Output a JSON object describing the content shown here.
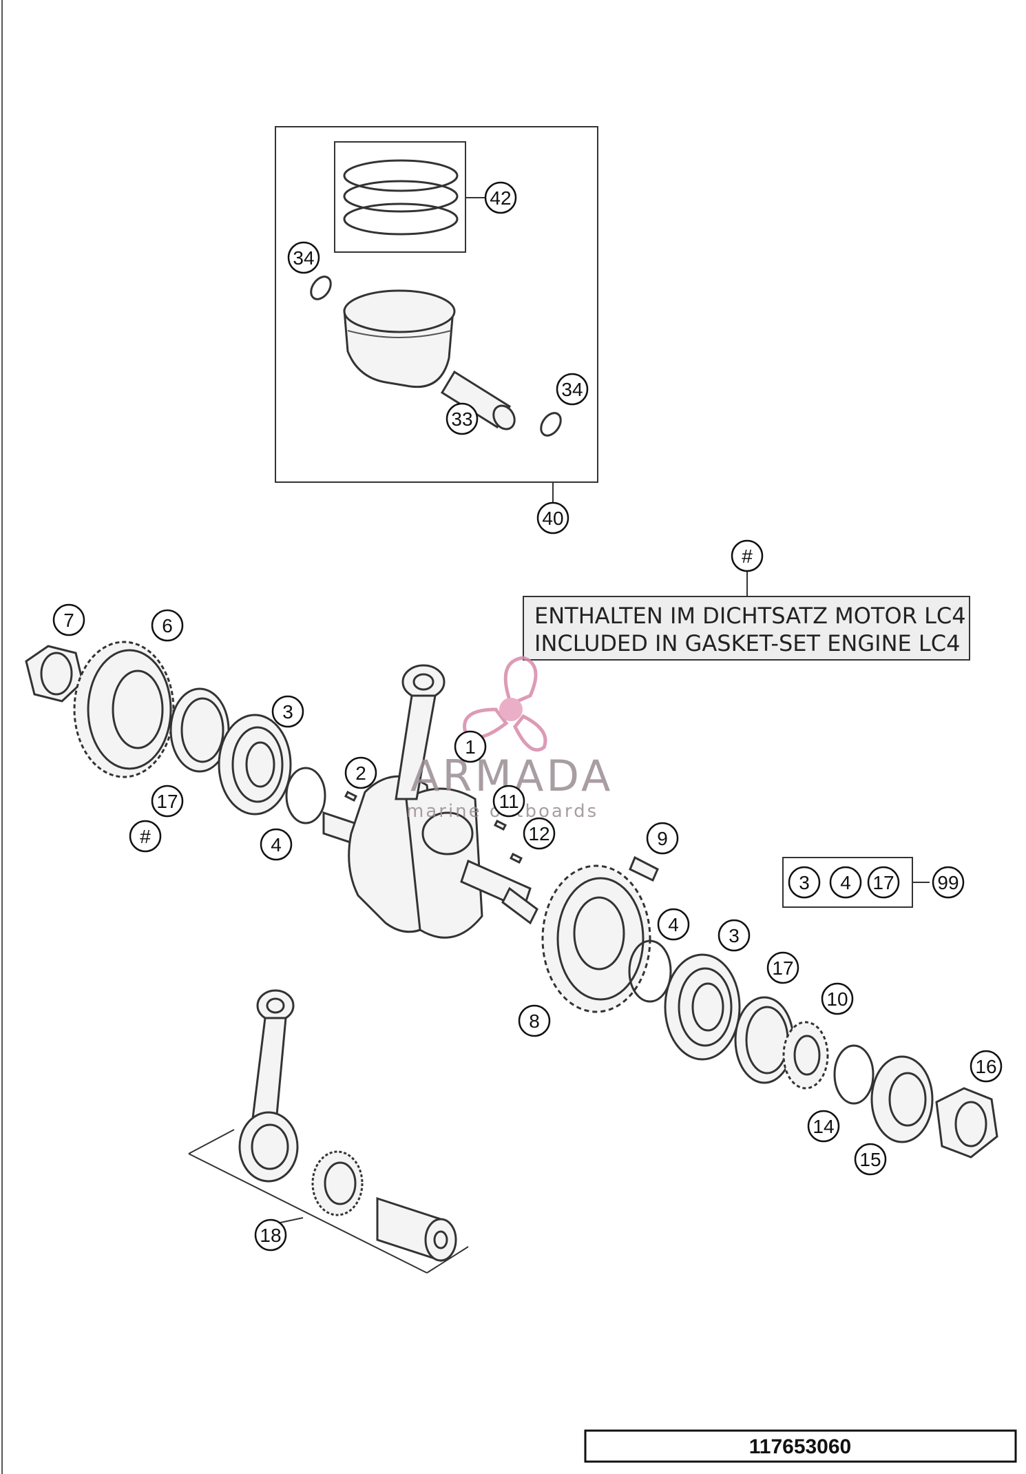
{
  "note": {
    "marker": "#",
    "line1": "ENTHALTEN IM DICHTSATZ MOTOR LC4",
    "line2": "INCLUDED IN GASKET-SET ENGINE LC4"
  },
  "kit": {
    "items": [
      "3",
      "4",
      "17"
    ],
    "kit_number": "99"
  },
  "callouts": [
    "42",
    "34",
    "34",
    "33",
    "40",
    "7",
    "6",
    "3",
    "1",
    "2",
    "11",
    "12",
    "17",
    "#",
    "4",
    "9",
    "4",
    "3",
    "17",
    "10",
    "8",
    "16",
    "14",
    "15",
    "18"
  ],
  "watermark": {
    "brand": "ARMADA",
    "tagline": "marine outboards"
  },
  "drawing_number": "117653060"
}
